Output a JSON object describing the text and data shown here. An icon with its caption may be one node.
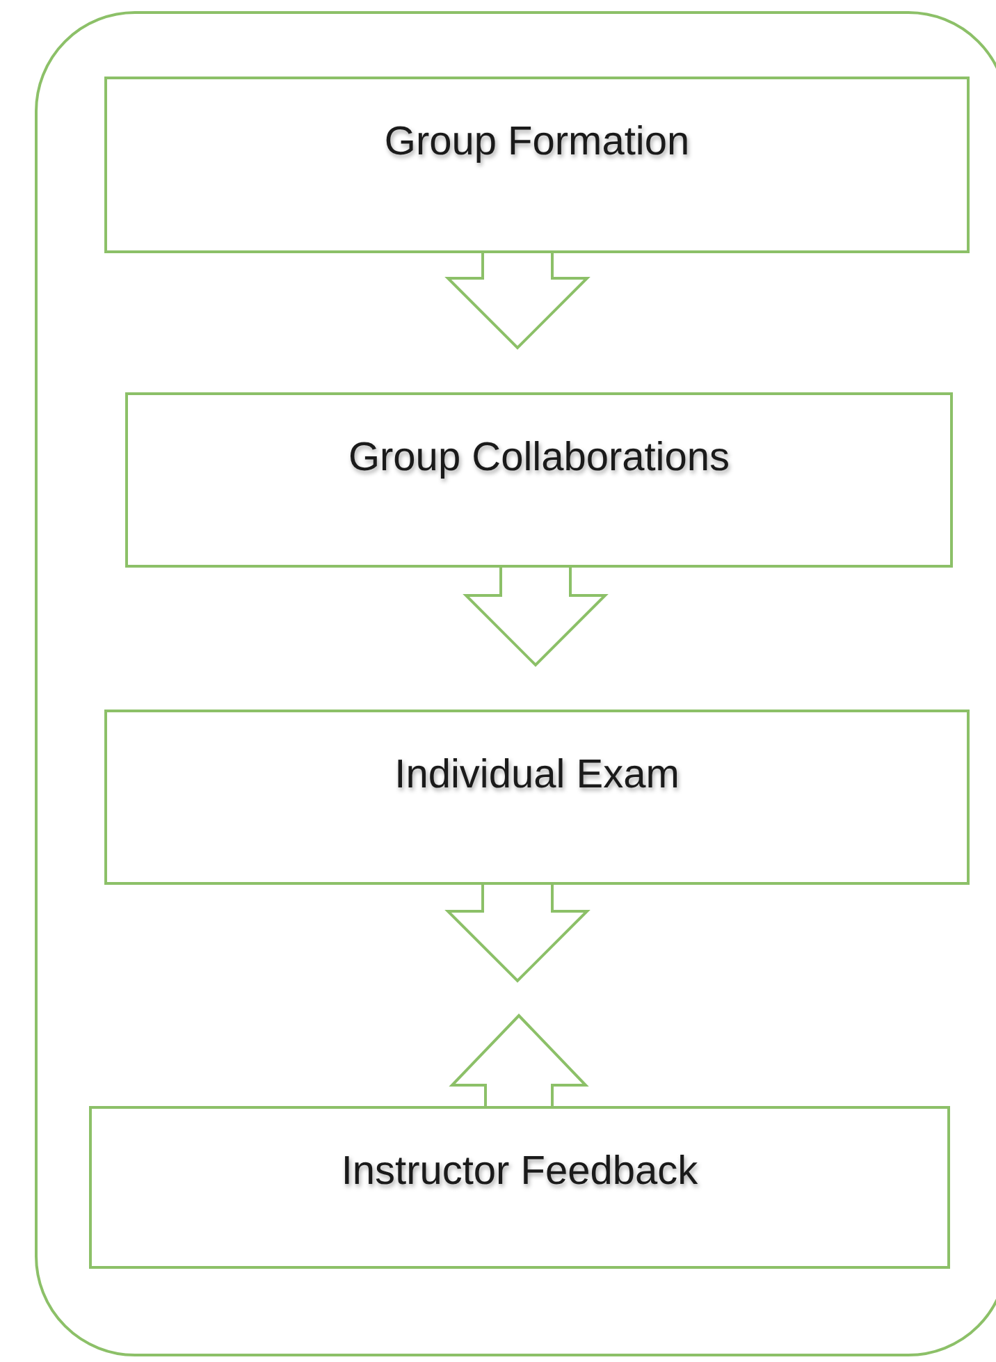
{
  "diagram": {
    "nodes": [
      {
        "text": [],
        "shape": "box"
      },
      {
        "text": [
          "Group Formation"
        ],
        "in": 0
      },
      {
        "text": [
          "Group Collaborations"
        ],
        "in": 0
      },
      {
        "text": [
          "Individual Exam"
        ],
        "in": 0
      },
      {
        "text": [
          "Instructor Feedback"
        ],
        "in": 0
      }
    ],
    "edges": [
      {
        "from": 1,
        "to": 2,
        "arrow": "to"
      },
      {
        "from": 2,
        "to": 3,
        "arrow": "to"
      },
      {
        "from": 3,
        "to": null,
        "arrow": "to"
      },
      {
        "from": 4,
        "to": null,
        "arrow": "to"
      }
    ]
  }
}
